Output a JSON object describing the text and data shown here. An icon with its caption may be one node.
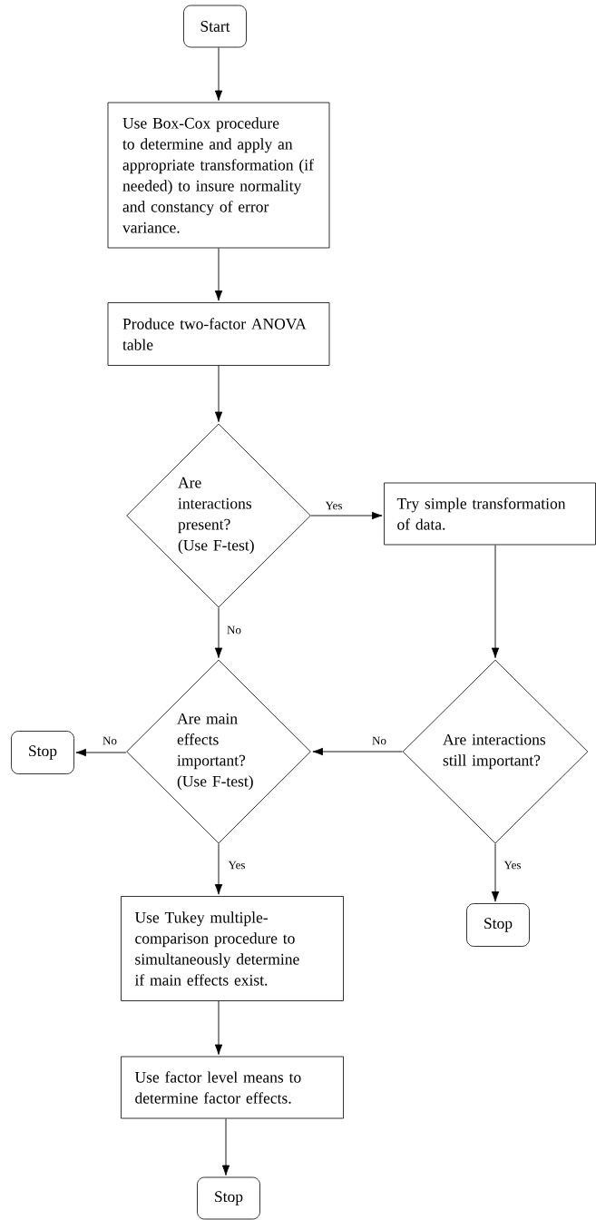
{
  "diagram": {
    "nodes": [
      {
        "text": [
          "Start"
        ]
      },
      {
        "text": [
          "Use Box-Cox procedure to determine and apply an appropriate transformation (if needed) to insure normality and constancy of error variance."
        ]
      },
      {
        "text": [
          "Produce two-factor ANOVA table"
        ]
      },
      {
        "text": [
          "Are interactions present? (Use F-test)"
        ]
      },
      {
        "text": [
          "Try simple transformation of data."
        ]
      },
      {
        "text": [
          "Are main effects important? (Use F-test)"
        ]
      },
      {
        "text": [
          "Stop"
        ]
      },
      {
        "text": [
          "Are interactions still important?"
        ]
      },
      {
        "text": [
          "Stop"
        ]
      },
      {
        "text": [
          "Use Tukey multiple-comparison procedure to simultaneously determine if main effects exist."
        ]
      },
      {
        "text": [
          "Use factor level means to determine factor effects."
        ]
      },
      {
        "text": [
          "Stop"
        ]
      }
    ],
    "edges": [
      {
        "from": 0,
        "to": 1,
        "arrow": "to"
      },
      {
        "from": 1,
        "to": 2,
        "arrow": "to"
      },
      {
        "from": 2,
        "to": 3,
        "arrow": "to"
      },
      {
        "from": 3,
        "to": 4,
        "arrow": "to",
        "label": "Yes"
      },
      {
        "from": 3,
        "to": 5,
        "arrow": "to",
        "label": "No"
      },
      {
        "from": 4,
        "to": 7,
        "arrow": "to"
      },
      {
        "from": 7,
        "to": 5,
        "arrow": "to",
        "label": "No"
      },
      {
        "from": 5,
        "to": 6,
        "arrow": "to",
        "label": "No"
      },
      {
        "from": 5,
        "to": 9,
        "arrow": "to",
        "label": "Yes"
      },
      {
        "from": 7,
        "to": 8,
        "arrow": "to",
        "label": "Yes"
      },
      {
        "from": 9,
        "to": 10,
        "arrow": "to"
      },
      {
        "from": 10,
        "to": 11,
        "arrow": "to"
      }
    ]
  }
}
